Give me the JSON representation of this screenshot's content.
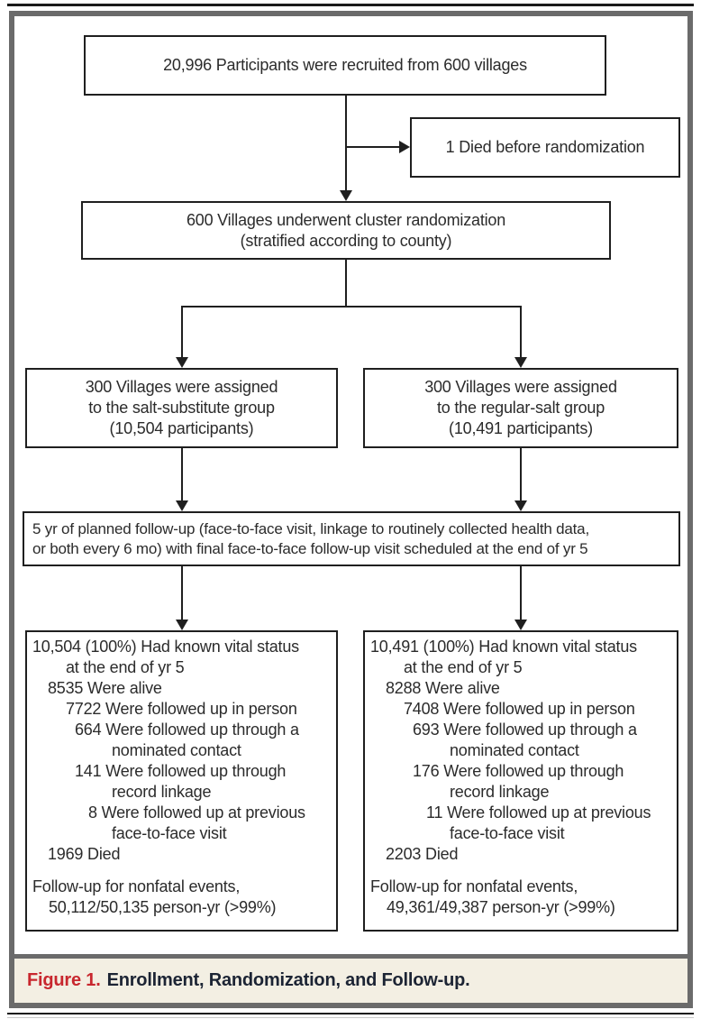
{
  "figure": {
    "caption": {
      "label": "Figure 1.",
      "title": "Enrollment, Randomization, and Follow-up."
    }
  },
  "colors": {
    "accent_red": "#c8272e",
    "frame_gray": "#6b6b6b",
    "caption_bg": "#f3efe3",
    "line_black": "#1f1f1f",
    "text": "#2b2b2b"
  },
  "flow": {
    "recruited": "20,996 Participants were recruited from 600 villages",
    "died_before": "1 Died before randomization",
    "randomized": [
      "600 Villages underwent cluster randomization",
      "(stratified according to county)"
    ],
    "assign_left": [
      "300 Villages were assigned",
      "to the salt-substitute group",
      "(10,504 participants)"
    ],
    "assign_right": [
      "300 Villages were assigned",
      "to the regular-salt group",
      "(10,491 participants)"
    ],
    "followup_plan": [
      "5 yr of planned follow-up (face-to-face visit, linkage to routinely collected health data,",
      "or both every 6 mo) with final face-to-face follow-up visit scheduled at the end of yr 5"
    ],
    "detail_left": [
      "10,504 (100%) Had known vital status",
      "at the end of yr 5",
      "8535 Were alive",
      "7722 Were followed up in person",
      "664 Were followed up through a",
      "nominated contact",
      "141 Were followed up through",
      "record linkage",
      "8 Were followed up at previous",
      "face-to-face visit",
      "1969 Died",
      "Follow-up for nonfatal events,",
      "50,112/50,135 person-yr (>99%)"
    ],
    "detail_right": [
      "10,491 (100%) Had known vital status",
      "at the end of yr 5",
      "8288 Were alive",
      "7408 Were followed up in person",
      "693 Were followed up through a",
      "nominated contact",
      "176 Were followed up through",
      "record linkage",
      "11 Were followed up at previous",
      "face-to-face visit",
      "2203 Died",
      "Follow-up for nonfatal events,",
      "49,361/49,387 person-yr (>99%)"
    ]
  }
}
